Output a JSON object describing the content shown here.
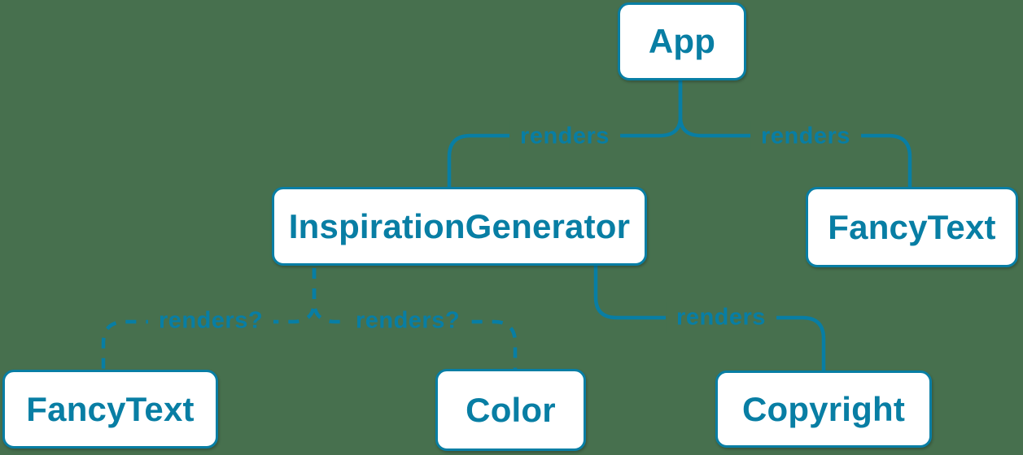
{
  "canvas": {
    "background_color": "#47704e",
    "accent_color": "#087ea4",
    "node_fill_color": "#ffffff"
  },
  "diagram": {
    "type": "component-render-tree",
    "nodes": [
      {
        "id": "app",
        "label": "App"
      },
      {
        "id": "inspiration-generator",
        "label": "InspirationGenerator"
      },
      {
        "id": "fancy-text-top",
        "label": "FancyText"
      },
      {
        "id": "fancy-text-bottom",
        "label": "FancyText"
      },
      {
        "id": "color",
        "label": "Color"
      },
      {
        "id": "copyright",
        "label": "Copyright"
      }
    ],
    "edges": [
      {
        "from": "app",
        "to": "inspiration-generator",
        "label": "renders",
        "style": "solid"
      },
      {
        "from": "app",
        "to": "fancy-text-top",
        "label": "renders",
        "style": "solid"
      },
      {
        "from": "inspiration-generator",
        "to": "fancy-text-bottom",
        "label": "renders?",
        "style": "dashed"
      },
      {
        "from": "inspiration-generator",
        "to": "color",
        "label": "renders?",
        "style": "dashed"
      },
      {
        "from": "inspiration-generator",
        "to": "copyright",
        "label": "renders",
        "style": "solid"
      }
    ]
  }
}
